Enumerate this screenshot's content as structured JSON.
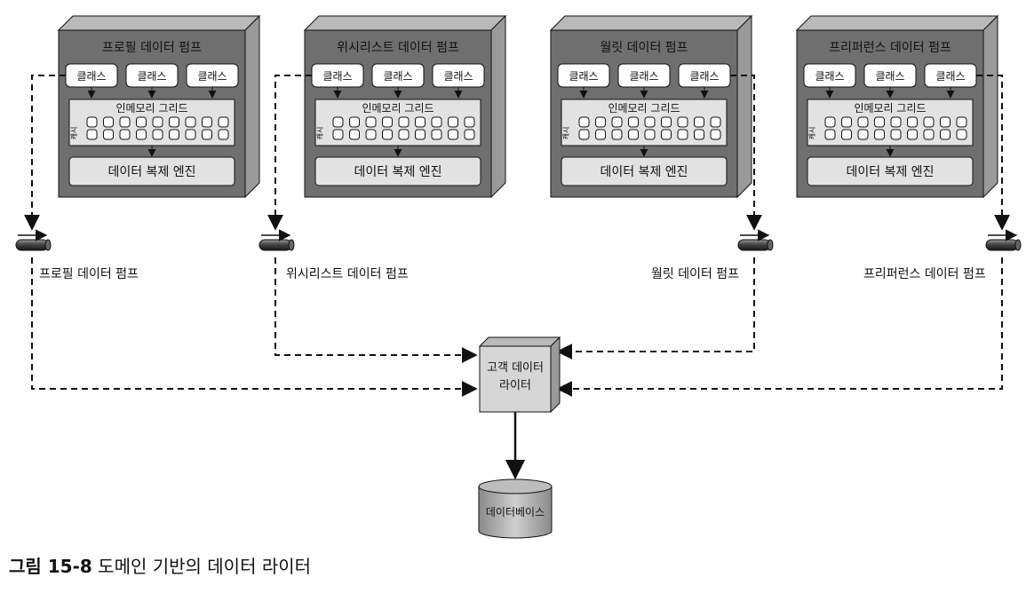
{
  "pumps": [
    {
      "title": "프로필 데이터 펌프",
      "classes": [
        "클래스",
        "클래스",
        "클래스"
      ],
      "grid_label": "인메모리 그리드",
      "cache_label": "캐시",
      "engine_label": "데이터 복제 엔진",
      "queue_label": "프로필 데이터 펌프"
    },
    {
      "title": "위시리스트 데이터 펌프",
      "classes": [
        "클래스",
        "클래스",
        "클래스"
      ],
      "grid_label": "인메모리 그리드",
      "cache_label": "캐시",
      "engine_label": "데이터 복제 엔진",
      "queue_label": "위시리스트 데이터 펌프"
    },
    {
      "title": "월릿 데이터 펌프",
      "classes": [
        "클래스",
        "클래스",
        "클래스"
      ],
      "grid_label": "인메모리 그리드",
      "cache_label": "캐시",
      "engine_label": "데이터 복제 엔진",
      "queue_label": "월릿 데이터 펌프"
    },
    {
      "title": "프리퍼런스 데이터 펌프",
      "classes": [
        "클래스",
        "클래스",
        "클래스"
      ],
      "grid_label": "인메모리 그리드",
      "cache_label": "캐시",
      "engine_label": "데이터 복제 엔진",
      "queue_label": "프리퍼런스 데이터 펌프"
    }
  ],
  "writer": {
    "line1": "고객 데이터",
    "line2": "라이터"
  },
  "database": {
    "label": "데이터베이스"
  },
  "caption": {
    "figure": "그림 15-8",
    "text": "도메인 기반의 데이터 라이터"
  },
  "colors": {
    "box_front": "#6f6f6f",
    "box_top": "#b9b9b9",
    "box_side": "#9a9a9a",
    "grid_fill": "#e2e2e2",
    "class_fill": "#ffffff",
    "line": "#111111"
  }
}
